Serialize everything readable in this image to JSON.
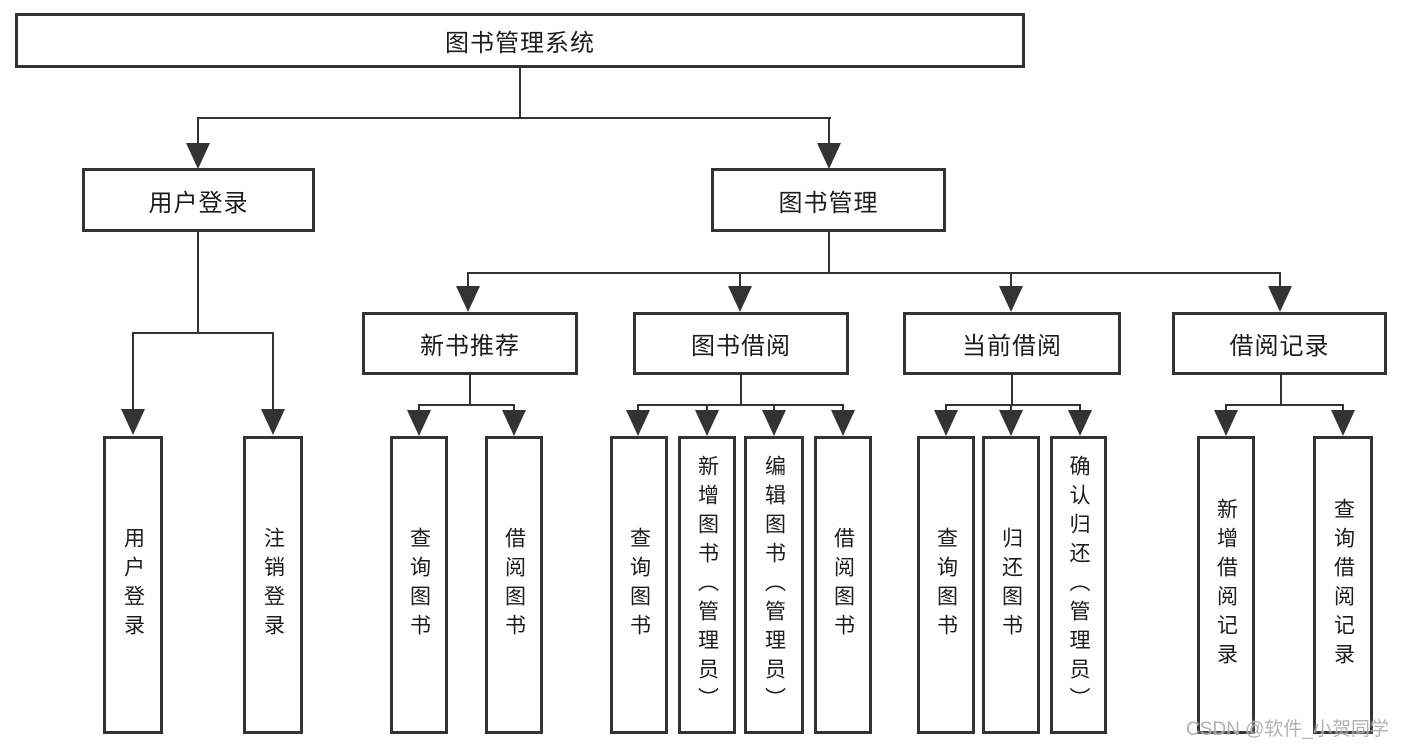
{
  "tree": {
    "root": "图书管理系统",
    "branches": [
      {
        "label": "用户登录",
        "children": [
          "用户登录",
          "注销登录"
        ]
      },
      {
        "label": "图书管理",
        "groups": [
          {
            "label": "新书推荐",
            "children": [
              "查询图书",
              "借阅图书"
            ]
          },
          {
            "label": "图书借阅",
            "children": [
              "查询图书",
              "新增图书（管理员）",
              "编辑图书（管理员）",
              "借阅图书"
            ]
          },
          {
            "label": "当前借阅",
            "children": [
              "查询图书",
              "归还图书",
              "确认归还（管理员）"
            ]
          },
          {
            "label": "借阅记录",
            "children": [
              "新增借阅记录",
              "查询借阅记录"
            ]
          }
        ]
      }
    ]
  },
  "watermark": "CSDN @软件_小贺同学",
  "colors": {
    "line": "#333333",
    "text": "#1c1c1c",
    "background": "#ffffff",
    "watermark": "#a5a5a5"
  }
}
